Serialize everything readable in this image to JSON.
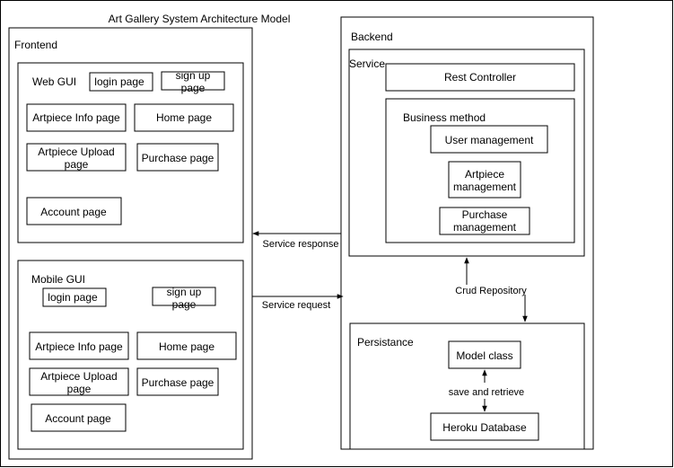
{
  "title": "Art Gallery System Architecture Model",
  "frontend": {
    "label": "Frontend",
    "web_gui": {
      "label": "Web GUI",
      "pages": {
        "login": "login page",
        "signup": [
          "sign up",
          "page"
        ],
        "artpiece_info": "Artpiece Info page",
        "home": "Home page",
        "artpiece_upload": [
          "Artpiece Upload",
          "page"
        ],
        "purchase": "Purchase page",
        "account": "Account page"
      }
    },
    "mobile_gui": {
      "label": "Mobile GUI",
      "pages": {
        "login": "login page",
        "signup": [
          "sign up",
          "page"
        ],
        "artpiece_info": "Artpiece Info page",
        "home": "Home page",
        "artpiece_upload": [
          "Artpiece Upload",
          "page"
        ],
        "purchase": "Purchase page",
        "account": "Account page"
      }
    }
  },
  "backend": {
    "label": "Backend",
    "service": {
      "label": "Service",
      "rest_controller": "Rest Controller",
      "business_method": {
        "label": "Business method",
        "user_management": "User management",
        "artpiece_management": [
          "Artpiece",
          "management"
        ],
        "purchase_management": [
          "Purchase",
          "management"
        ]
      }
    },
    "persistance": {
      "label": "Persistance",
      "model_class": "Model class",
      "database": "Heroku Database"
    }
  },
  "connections": {
    "service_response": "Service response",
    "service_request": "Service request",
    "crud_repository": "Crud Repository",
    "save_and_retrieve": "save and retrieve"
  }
}
